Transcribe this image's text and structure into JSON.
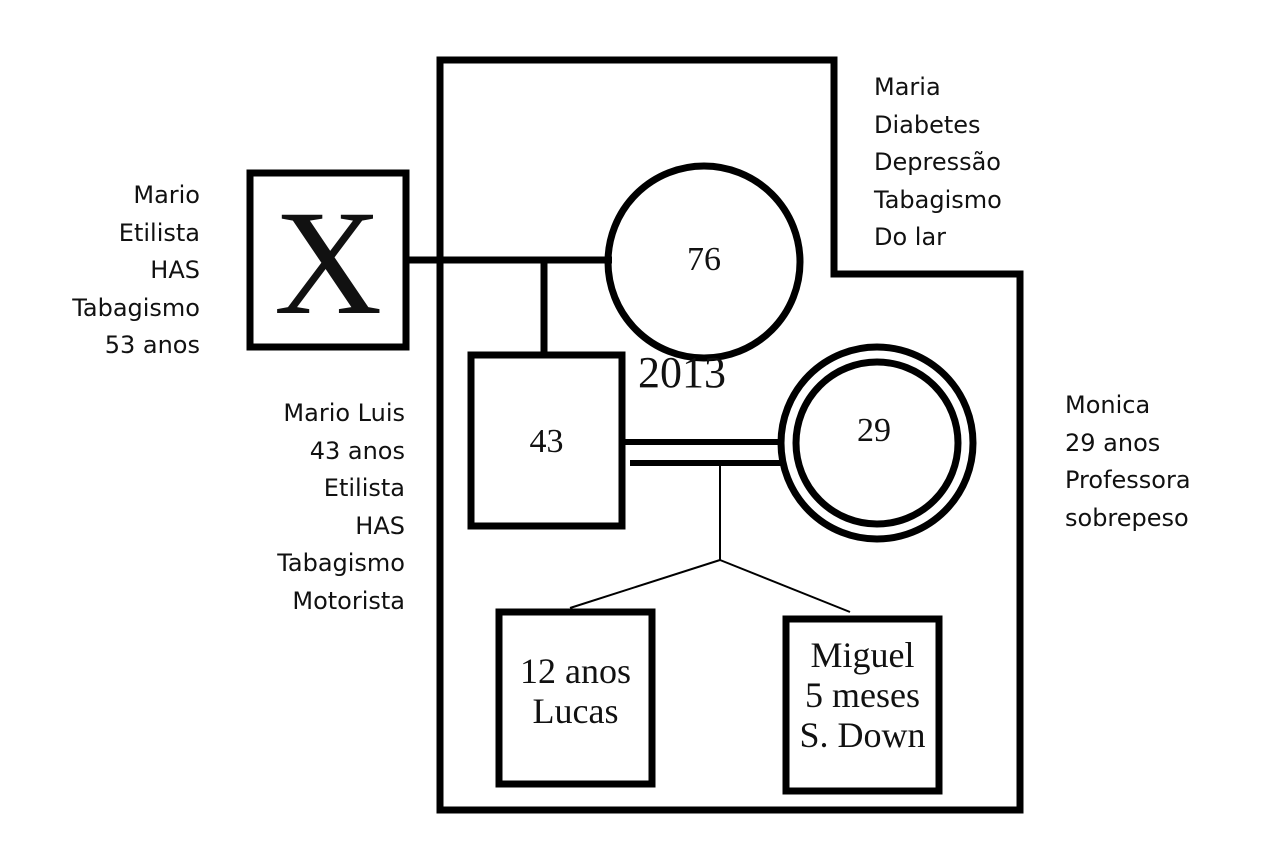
{
  "colors": {
    "line": "#000000",
    "background": "#ffffff",
    "text": "#111111"
  },
  "annotations": {
    "mario": [
      "Mario",
      "Etilista",
      "HAS",
      "Tabagismo",
      "53 anos"
    ],
    "maria": [
      "Maria",
      "Diabetes",
      "Depressão",
      "Tabagismo",
      "Do lar"
    ],
    "mario_luis": [
      "Mario Luis",
      "43 anos",
      "Etilista",
      "HAS",
      "Tabagismo",
      "Motorista"
    ],
    "monica": [
      "Monica",
      "29 anos",
      "Professora",
      "sobrepeso"
    ]
  },
  "symbols": {
    "mario_mark": "X",
    "maria_age": "76",
    "year": "2013",
    "mario_luis_age": "43",
    "monica_age": "29",
    "lucas": [
      "12 anos",
      "Lucas"
    ],
    "miguel": [
      "Miguel",
      "5 meses",
      "S. Down"
    ]
  }
}
